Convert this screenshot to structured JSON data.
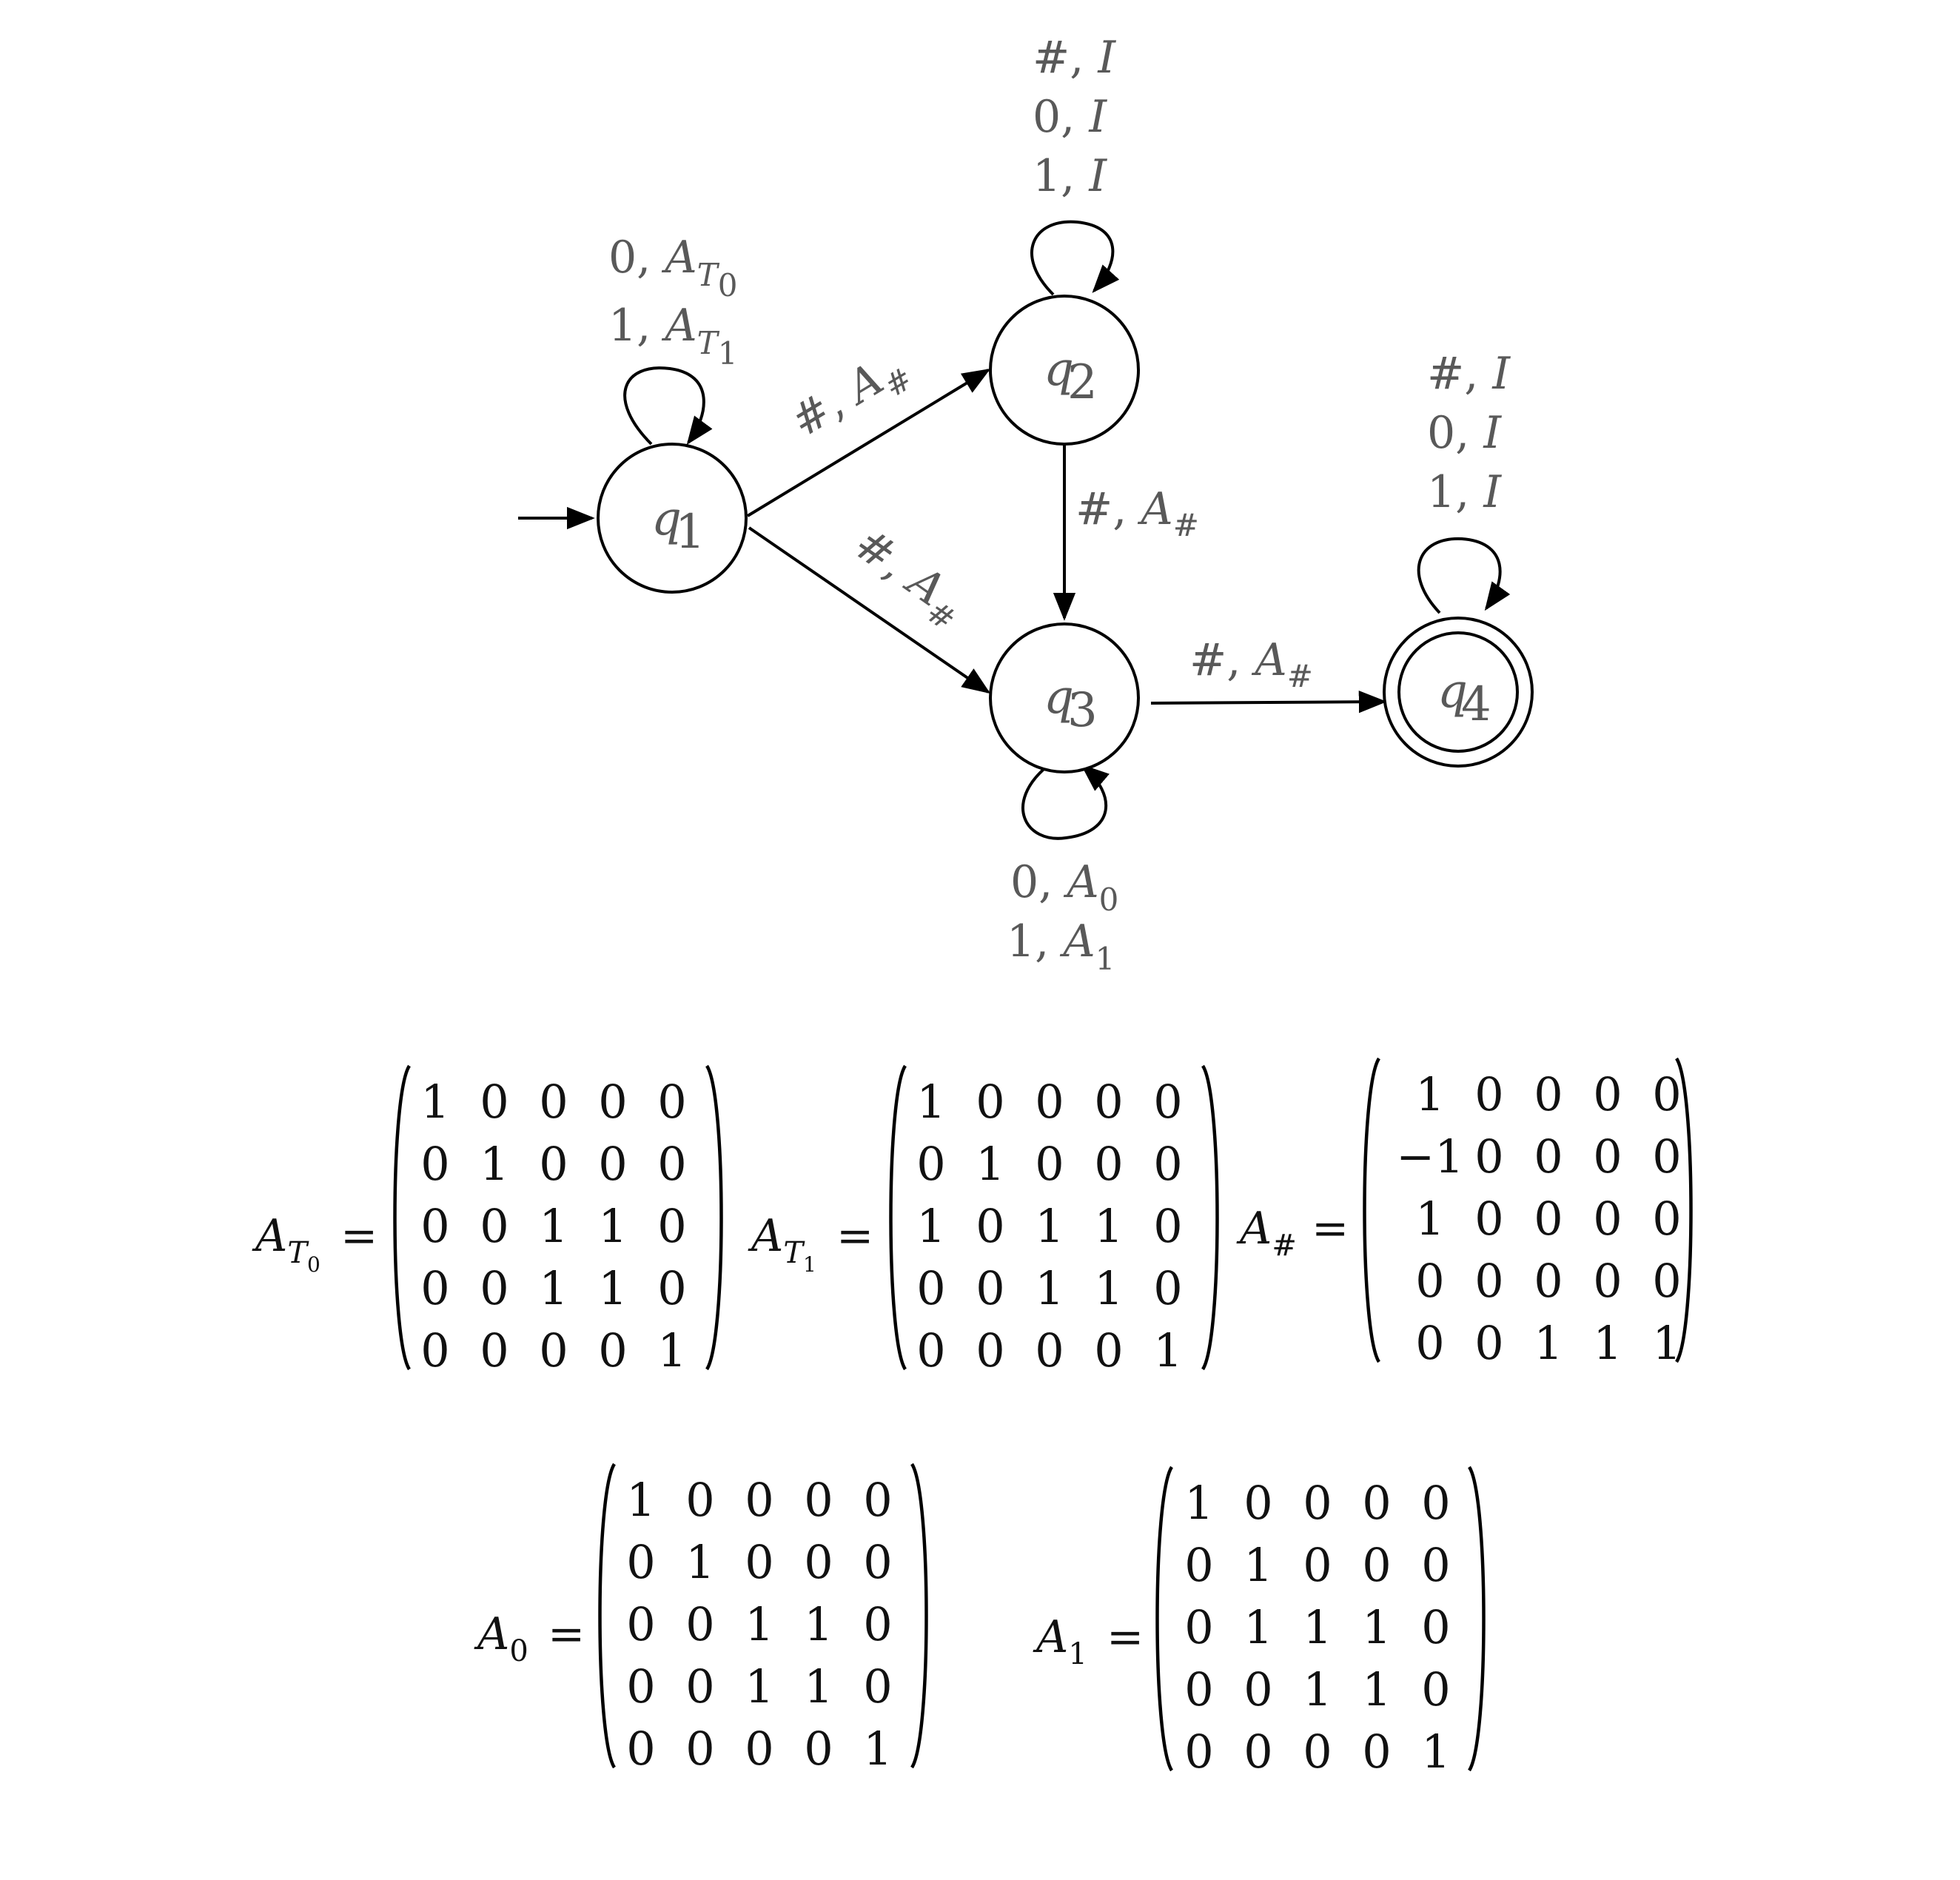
{
  "states": [
    {
      "id": "q1",
      "label": "q",
      "sub": "1"
    },
    {
      "id": "q2",
      "label": "q",
      "sub": "2"
    },
    {
      "id": "q3",
      "label": "q",
      "sub": "3"
    },
    {
      "id": "q4",
      "label": "q",
      "sub": "4"
    }
  ],
  "edges": {
    "q1_loop": [
      {
        "sym": "0, ",
        "mat": "A",
        "sub": "T",
        "subsub": "0"
      },
      {
        "sym": "1, ",
        "mat": "A",
        "sub": "T",
        "subsub": "1"
      }
    ],
    "q1_q2": {
      "sym": "#, ",
      "mat": "A",
      "sub": "#"
    },
    "q1_q3": {
      "sym": "#, ",
      "mat": "A",
      "sub": "#"
    },
    "q2_loop": [
      {
        "sym": "#, ",
        "mat": "I"
      },
      {
        "sym": "0, ",
        "mat": "I"
      },
      {
        "sym": "1, ",
        "mat": "I"
      }
    ],
    "q2_q3": {
      "sym": "#, ",
      "mat": "A",
      "sub": "#"
    },
    "q3_q4": {
      "sym": "#, ",
      "mat": "A",
      "sub": "#"
    },
    "q3_loop": [
      {
        "sym": "0, ",
        "mat": "A",
        "sub": "0"
      },
      {
        "sym": "1, ",
        "mat": "A",
        "sub": "1"
      }
    ],
    "q4_loop": [
      {
        "sym": "#, ",
        "mat": "I"
      },
      {
        "sym": "0, ",
        "mat": "I"
      },
      {
        "sym": "1, ",
        "mat": "I"
      }
    ]
  },
  "matrices": [
    {
      "id": "AT0",
      "name": "A",
      "sub": "T",
      "subsub": "0",
      "eq": "=",
      "rows": [
        [
          "1",
          "0",
          "0",
          "0",
          "0"
        ],
        [
          "0",
          "1",
          "0",
          "0",
          "0"
        ],
        [
          "0",
          "0",
          "1",
          "1",
          "0"
        ],
        [
          "0",
          "0",
          "1",
          "1",
          "0"
        ],
        [
          "0",
          "0",
          "0",
          "0",
          "1"
        ]
      ]
    },
    {
      "id": "AT1",
      "name": "A",
      "sub": "T",
      "subsub": "1",
      "eq": "=",
      "rows": [
        [
          "1",
          "0",
          "0",
          "0",
          "0"
        ],
        [
          "0",
          "1",
          "0",
          "0",
          "0"
        ],
        [
          "1",
          "0",
          "1",
          "1",
          "0"
        ],
        [
          "0",
          "0",
          "1",
          "1",
          "0"
        ],
        [
          "0",
          "0",
          "0",
          "0",
          "1"
        ]
      ]
    },
    {
      "id": "Ahash",
      "name": "A",
      "sub": "#",
      "subsub": "",
      "eq": "=",
      "rows": [
        [
          "1",
          "0",
          "0",
          "0",
          "0"
        ],
        [
          "−1",
          "0",
          "0",
          "0",
          "0"
        ],
        [
          "1",
          "0",
          "0",
          "0",
          "0"
        ],
        [
          "0",
          "0",
          "0",
          "0",
          "0"
        ],
        [
          "0",
          "0",
          "1",
          "1",
          "1"
        ]
      ]
    },
    {
      "id": "A0",
      "name": "A",
      "sub": "0",
      "subsub": "",
      "eq": "=",
      "rows": [
        [
          "1",
          "0",
          "0",
          "0",
          "0"
        ],
        [
          "0",
          "1",
          "0",
          "0",
          "0"
        ],
        [
          "0",
          "0",
          "1",
          "1",
          "0"
        ],
        [
          "0",
          "0",
          "1",
          "1",
          "0"
        ],
        [
          "0",
          "0",
          "0",
          "0",
          "1"
        ]
      ]
    },
    {
      "id": "A1",
      "name": "A",
      "sub": "1",
      "subsub": "",
      "eq": "=",
      "rows": [
        [
          "1",
          "0",
          "0",
          "0",
          "0"
        ],
        [
          "0",
          "1",
          "0",
          "0",
          "0"
        ],
        [
          "0",
          "1",
          "1",
          "1",
          "0"
        ],
        [
          "0",
          "0",
          "1",
          "1",
          "0"
        ],
        [
          "0",
          "0",
          "0",
          "0",
          "1"
        ]
      ]
    }
  ]
}
